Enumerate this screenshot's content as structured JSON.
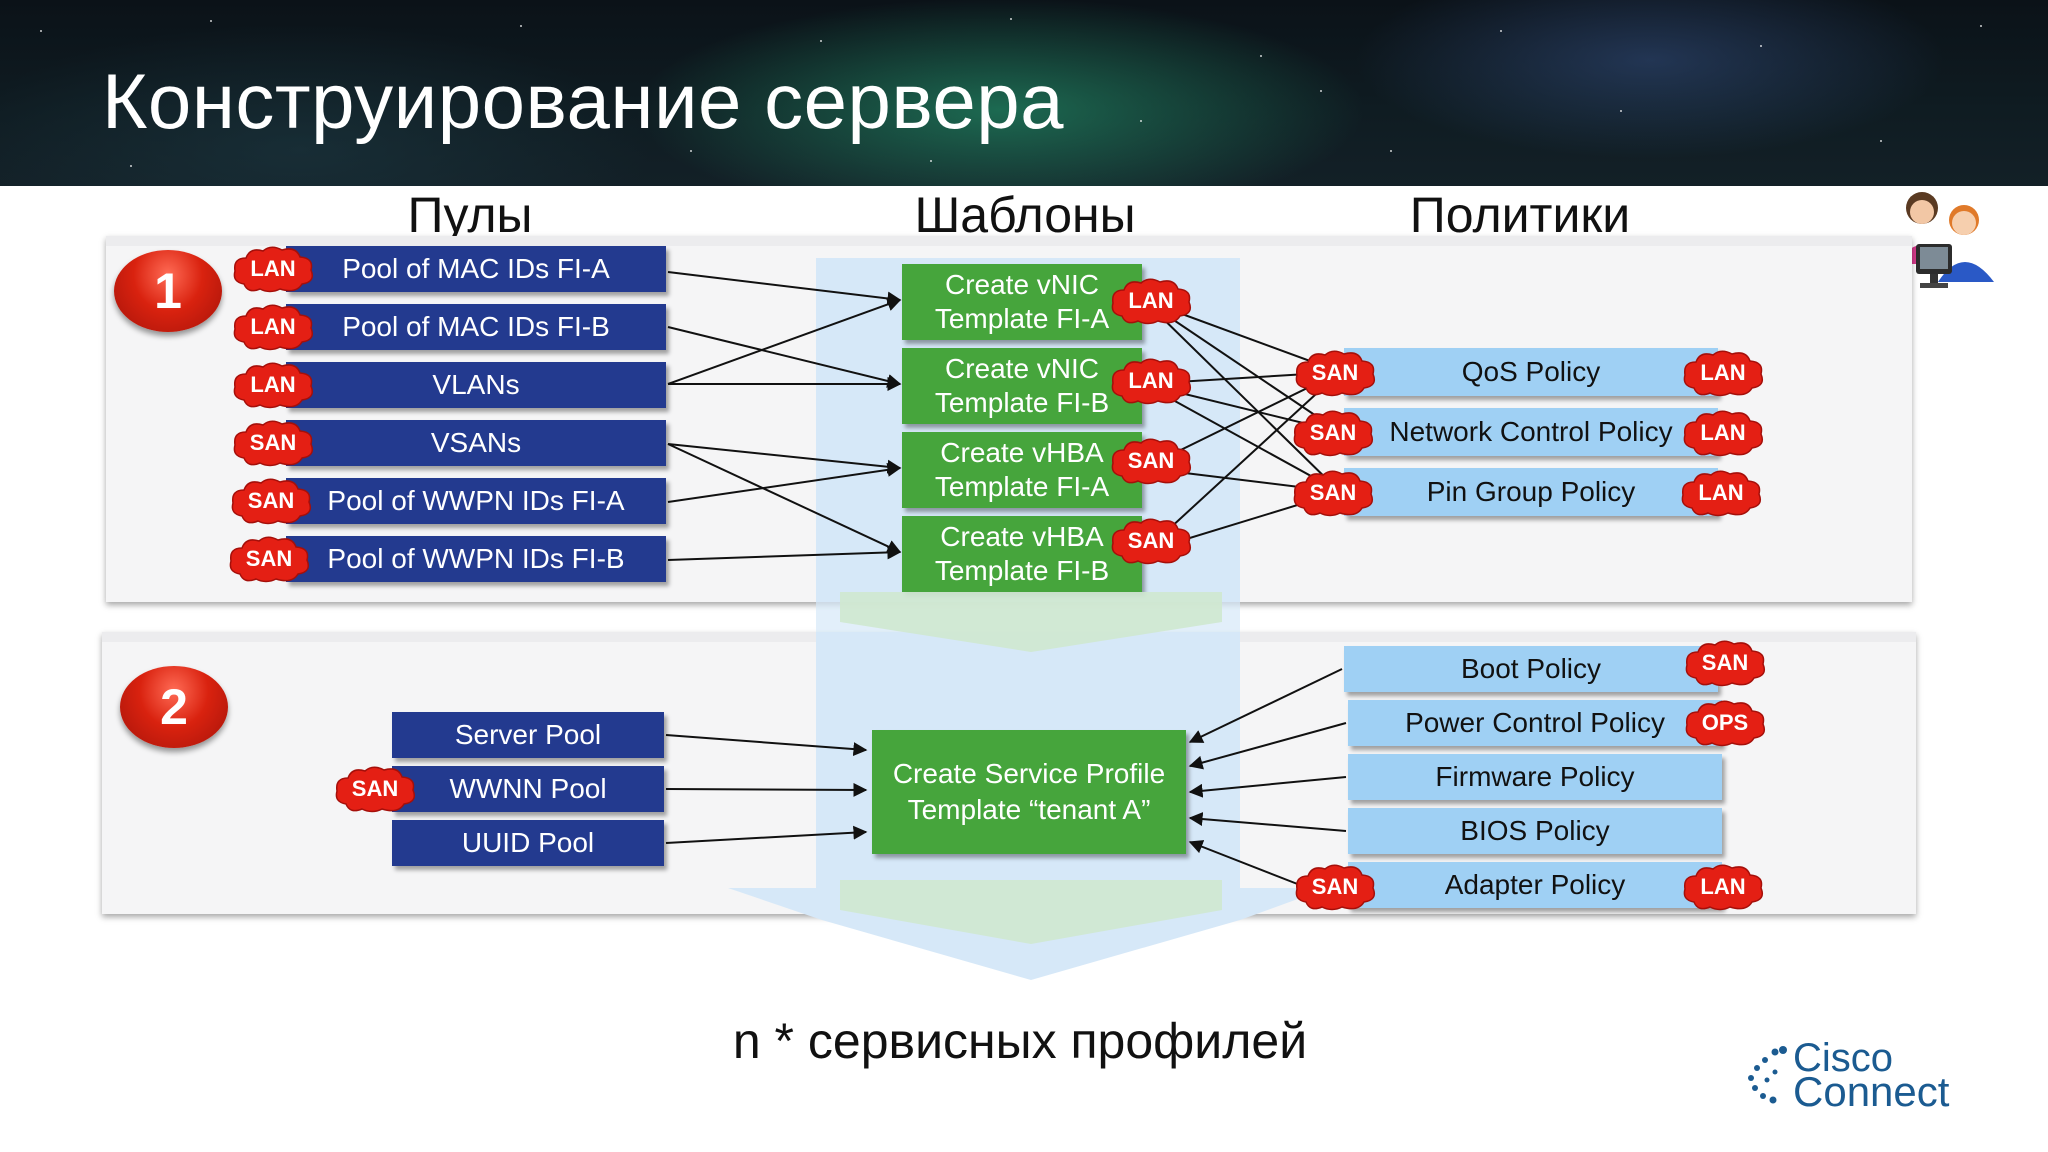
{
  "title": "Конструирование сервера",
  "columns": {
    "pools": "Пулы",
    "templates": "Шаблоны",
    "policies": "Политики"
  },
  "badges": [
    "1",
    "2"
  ],
  "pools_top": [
    {
      "label": "Pool of MAC IDs FI-A",
      "tag": "LAN"
    },
    {
      "label": "Pool of MAC IDs FI-B",
      "tag": "LAN"
    },
    {
      "label": "VLANs",
      "tag": "LAN"
    },
    {
      "label": "VSANs",
      "tag": "SAN"
    },
    {
      "label": "Pool of WWPN IDs FI-A",
      "tag": "SAN"
    },
    {
      "label": "Pool of WWPN IDs FI-B",
      "tag": "SAN"
    }
  ],
  "templates_top": [
    {
      "line1": "Create vNIC",
      "line2": "Template FI-A",
      "tag": "LAN"
    },
    {
      "line1": "Create vNIC",
      "line2": "Template FI-B",
      "tag": "LAN"
    },
    {
      "line1": "Create vHBA",
      "line2": "Template FI-A",
      "tag": "SAN"
    },
    {
      "line1": "Create vHBA",
      "line2": "Template FI-B",
      "tag": "SAN"
    }
  ],
  "policies_top": [
    {
      "label": "QoS Policy",
      "tag_left": "SAN",
      "tag_right": "LAN"
    },
    {
      "label": "Network Control Policy",
      "tag_left": "SAN",
      "tag_right": "LAN"
    },
    {
      "label": "Pin Group Policy",
      "tag_left": "SAN",
      "tag_right": "LAN"
    }
  ],
  "pools_bottom": [
    {
      "label": "Server Pool"
    },
    {
      "label": "WWNN Pool",
      "tag": "SAN"
    },
    {
      "label": "UUID Pool"
    }
  ],
  "service_template": {
    "line1": "Create Service Profile",
    "line2": "Template “tenant A”"
  },
  "policies_bottom": [
    {
      "label": "Boot Policy",
      "tag_right": "SAN"
    },
    {
      "label": "Power Control Policy",
      "tag_right": "OPS"
    },
    {
      "label": "Firmware Policy"
    },
    {
      "label": "BIOS Policy"
    },
    {
      "label": "Adapter Policy",
      "tag_left": "SAN",
      "tag_right": "LAN"
    }
  ],
  "footer": "n * сервисных профилей",
  "logo": {
    "line1": "Cisco",
    "line2": "Connect"
  },
  "colors": {
    "pool": "#233a8f",
    "template": "#46a53c",
    "policy": "#9fd0f4",
    "tag": "#e41f14",
    "badge": "#d9220f"
  },
  "icons": [
    "people-at-computer-icon",
    "cloud-tag-icon",
    "cisco-dots-icon"
  ]
}
